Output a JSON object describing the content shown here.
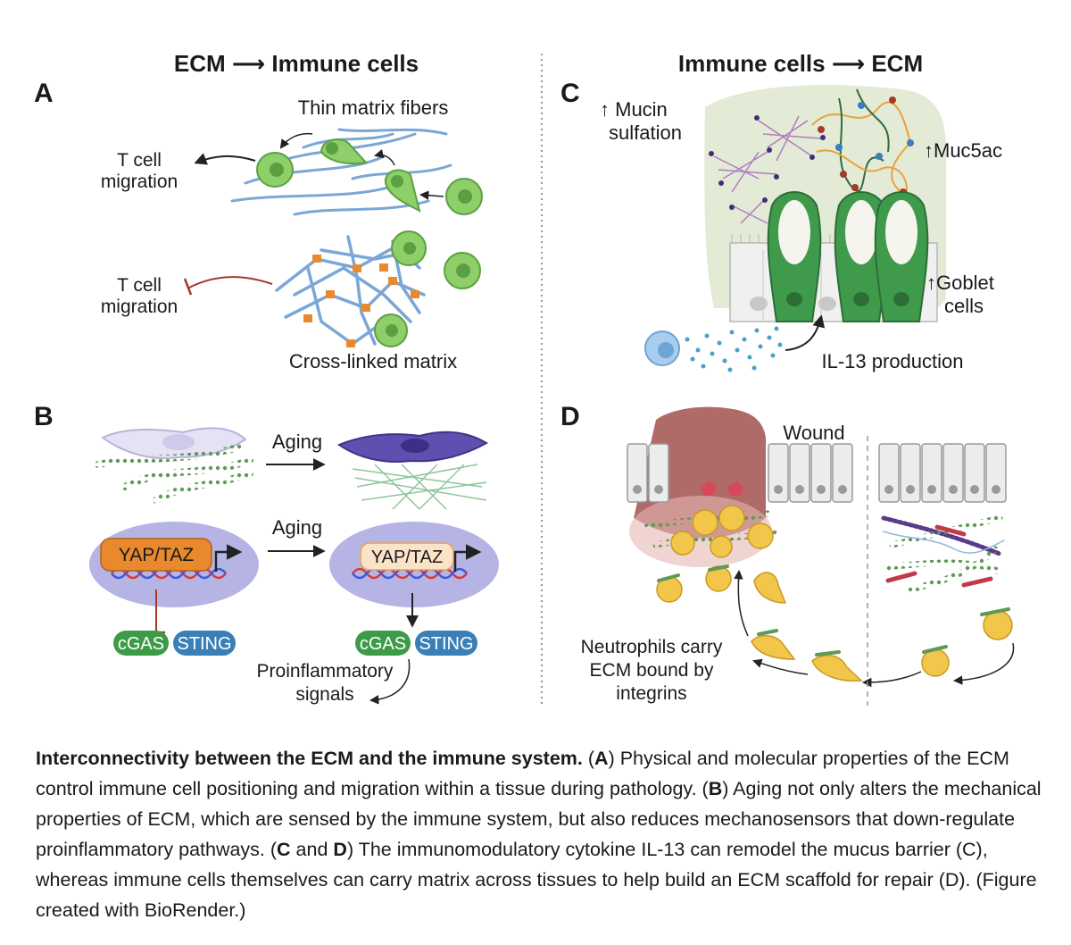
{
  "headings": {
    "left": "ECM ⟶ Immune cells",
    "right": "Immune cells ⟶ ECM"
  },
  "panels": {
    "a": "A",
    "b": "B",
    "c": "C",
    "d": "D"
  },
  "panel_a": {
    "thin_fibers": "Thin matrix fibers",
    "t_cell_migration_1a": "T cell",
    "t_cell_migration_1b": "migration",
    "t_cell_migration_2a": "T cell",
    "t_cell_migration_2b": "migration",
    "crosslinked": "Cross-linked matrix"
  },
  "panel_b": {
    "aging_1": "Aging",
    "aging_2": "Aging",
    "yaptaz_1": "YAP/TAZ",
    "yaptaz_2": "YAP/TAZ",
    "cgas_1": "cGAS",
    "sting_1": "STING",
    "cgas_2": "cGAS",
    "sting_2": "STING",
    "proinflam_a": "Proinflammatory",
    "proinflam_b": "signals"
  },
  "panel_c": {
    "mucin_a": "↑ Mucin",
    "mucin_b": "sulfation",
    "muc5ac": "↑Muc5ac",
    "goblet_a": "↑Goblet",
    "goblet_b": "cells",
    "il13": "IL-13 production"
  },
  "panel_d": {
    "wound": "Wound",
    "neut_a": "Neutrophils carry",
    "neut_b": "ECM bound by",
    "neut_c": "integrins"
  },
  "caption": {
    "title": "Interconnectivity between the ECM and the immune system.",
    "p1": " (",
    "a": "A",
    "p2": ") Physical and molecular properties of the ECM control immune cell positioning and migration within a tissue during pathology. (",
    "b": "B",
    "p3": ") Aging not only alters the mechanical properties of ECM, which are sensed by the immune system, but also reduces mechanosensors that down-regulate proinflammatory pathways. (",
    "c": "C",
    "and": " and ",
    "d": "D",
    "p4": ") The immunomodulatory cytokine IL-13 can remodel the mucus barrier (C), whereas immune cells themselves can carry matrix across tissues to help build an ECM scaffold for repair (D). (Figure created with BioRender.)"
  },
  "colors": {
    "t_cell": "#8fcf6a",
    "fiber": "#7aa7d6",
    "crosslink": "#e8892e",
    "mucus_bg": "#e3ead6",
    "goblet": "#3f9a4c",
    "neutrophil": "#f2c64a",
    "wound": "#b06a68",
    "nucleus_bg": "#b6b4e4",
    "yaptaz": "#e8892e",
    "cgas": "#3d9b47",
    "sting": "#3a7fb8",
    "red_inhibit": "#a33a2a"
  }
}
